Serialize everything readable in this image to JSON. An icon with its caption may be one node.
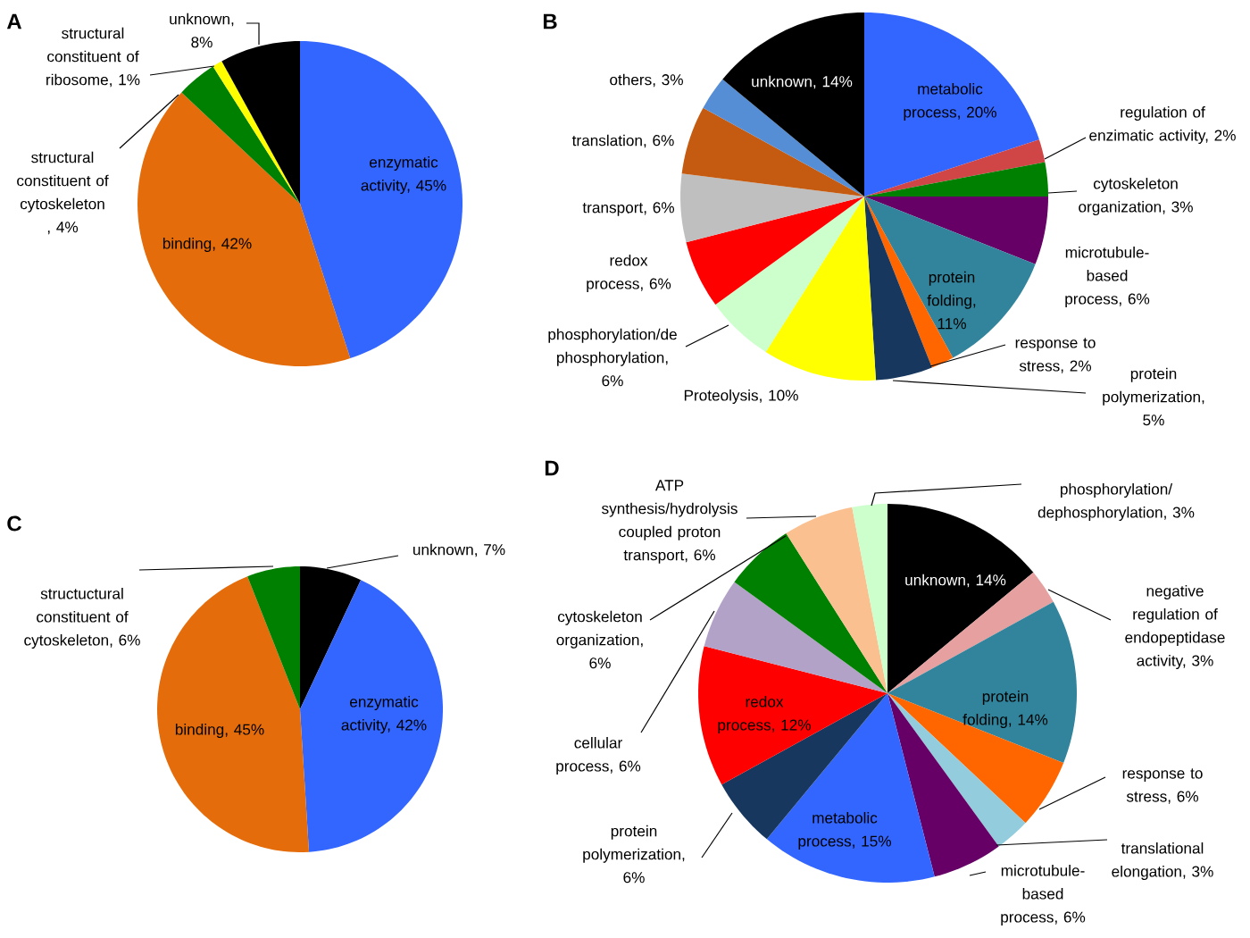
{
  "diagram": {
    "labels": [
      "A",
      "B",
      "C",
      "D"
    ],
    "chart_data": [
      {
        "type": "pie",
        "categories": [
          "enzymatic activity, 45%",
          "binding, 42%",
          "structural constituent of cytoskeleton , 4%",
          "structural constituent of ribosome, 1%",
          "unknown, 8%"
        ],
        "values": [
          45,
          42,
          4,
          1,
          8
        ],
        "colors": [
          "#3366ff",
          "#e46c0a",
          "#008000",
          "#ffff00",
          "#000000"
        ]
      },
      {
        "type": "pie",
        "categories": [
          "metabolic process, 20%",
          "regulation of enzimatic activity, 2%",
          "cytoskeleton organization, 3%",
          "microtubule-based process, 6%",
          "protein folding, 11%",
          "response to stress, 2%",
          "protein polymerization, 5%",
          "Proteolysis, 10%",
          "phosphorylation/de phosphorylation, 6%",
          "redox process, 6%",
          "transport, 6%",
          "translation, 6%",
          "others, 3%",
          "unknown, 14%"
        ],
        "values": [
          20,
          2,
          3,
          6,
          11,
          2,
          5,
          10,
          6,
          6,
          6,
          6,
          3,
          14
        ],
        "colors": [
          "#3366ff",
          "#d04545",
          "#008000",
          "#660066",
          "#31849b",
          "#ff6600",
          "#17375e",
          "#ffff00",
          "#ccffcc",
          "#ff0000",
          "#bfbfbf",
          "#c55a11",
          "#558ed5",
          "#000000"
        ]
      },
      {
        "type": "pie",
        "categories": [
          "unknown, 7%",
          "enzymatic activity, 42%",
          "binding, 45%",
          "structuctural constituent of cytoskeleton, 6%"
        ],
        "values": [
          7,
          42,
          45,
          6
        ],
        "colors": [
          "#000000",
          "#3366ff",
          "#e46c0a",
          "#008000"
        ]
      },
      {
        "type": "pie",
        "categories": [
          "unknown, 14%",
          "negative regulation of endopeptidase activity, 3%",
          "protein folding, 14%",
          "response to stress, 6%",
          "translational elongation, 3%",
          "microtubule-based process, 6%",
          "metabolic process, 15%",
          "protein polymerization, 6%",
          "redox process, 12%",
          "cellular process, 6%",
          "cytoskeleton organization, 6%",
          "ATP synthesis/hydrolysis coupled proton transport, 6%",
          "phosphorylation/ dephosphorylation, 3%"
        ],
        "values": [
          14,
          3,
          14,
          6,
          3,
          6,
          15,
          6,
          12,
          6,
          6,
          6,
          3
        ],
        "colors": [
          "#000000",
          "#e6a0a0",
          "#31849b",
          "#ff6600",
          "#93cddd",
          "#660066",
          "#3366ff",
          "#17375e",
          "#ff0000",
          "#b3a2c7",
          "#008000",
          "#fac090",
          "#ccffcc"
        ]
      }
    ]
  }
}
